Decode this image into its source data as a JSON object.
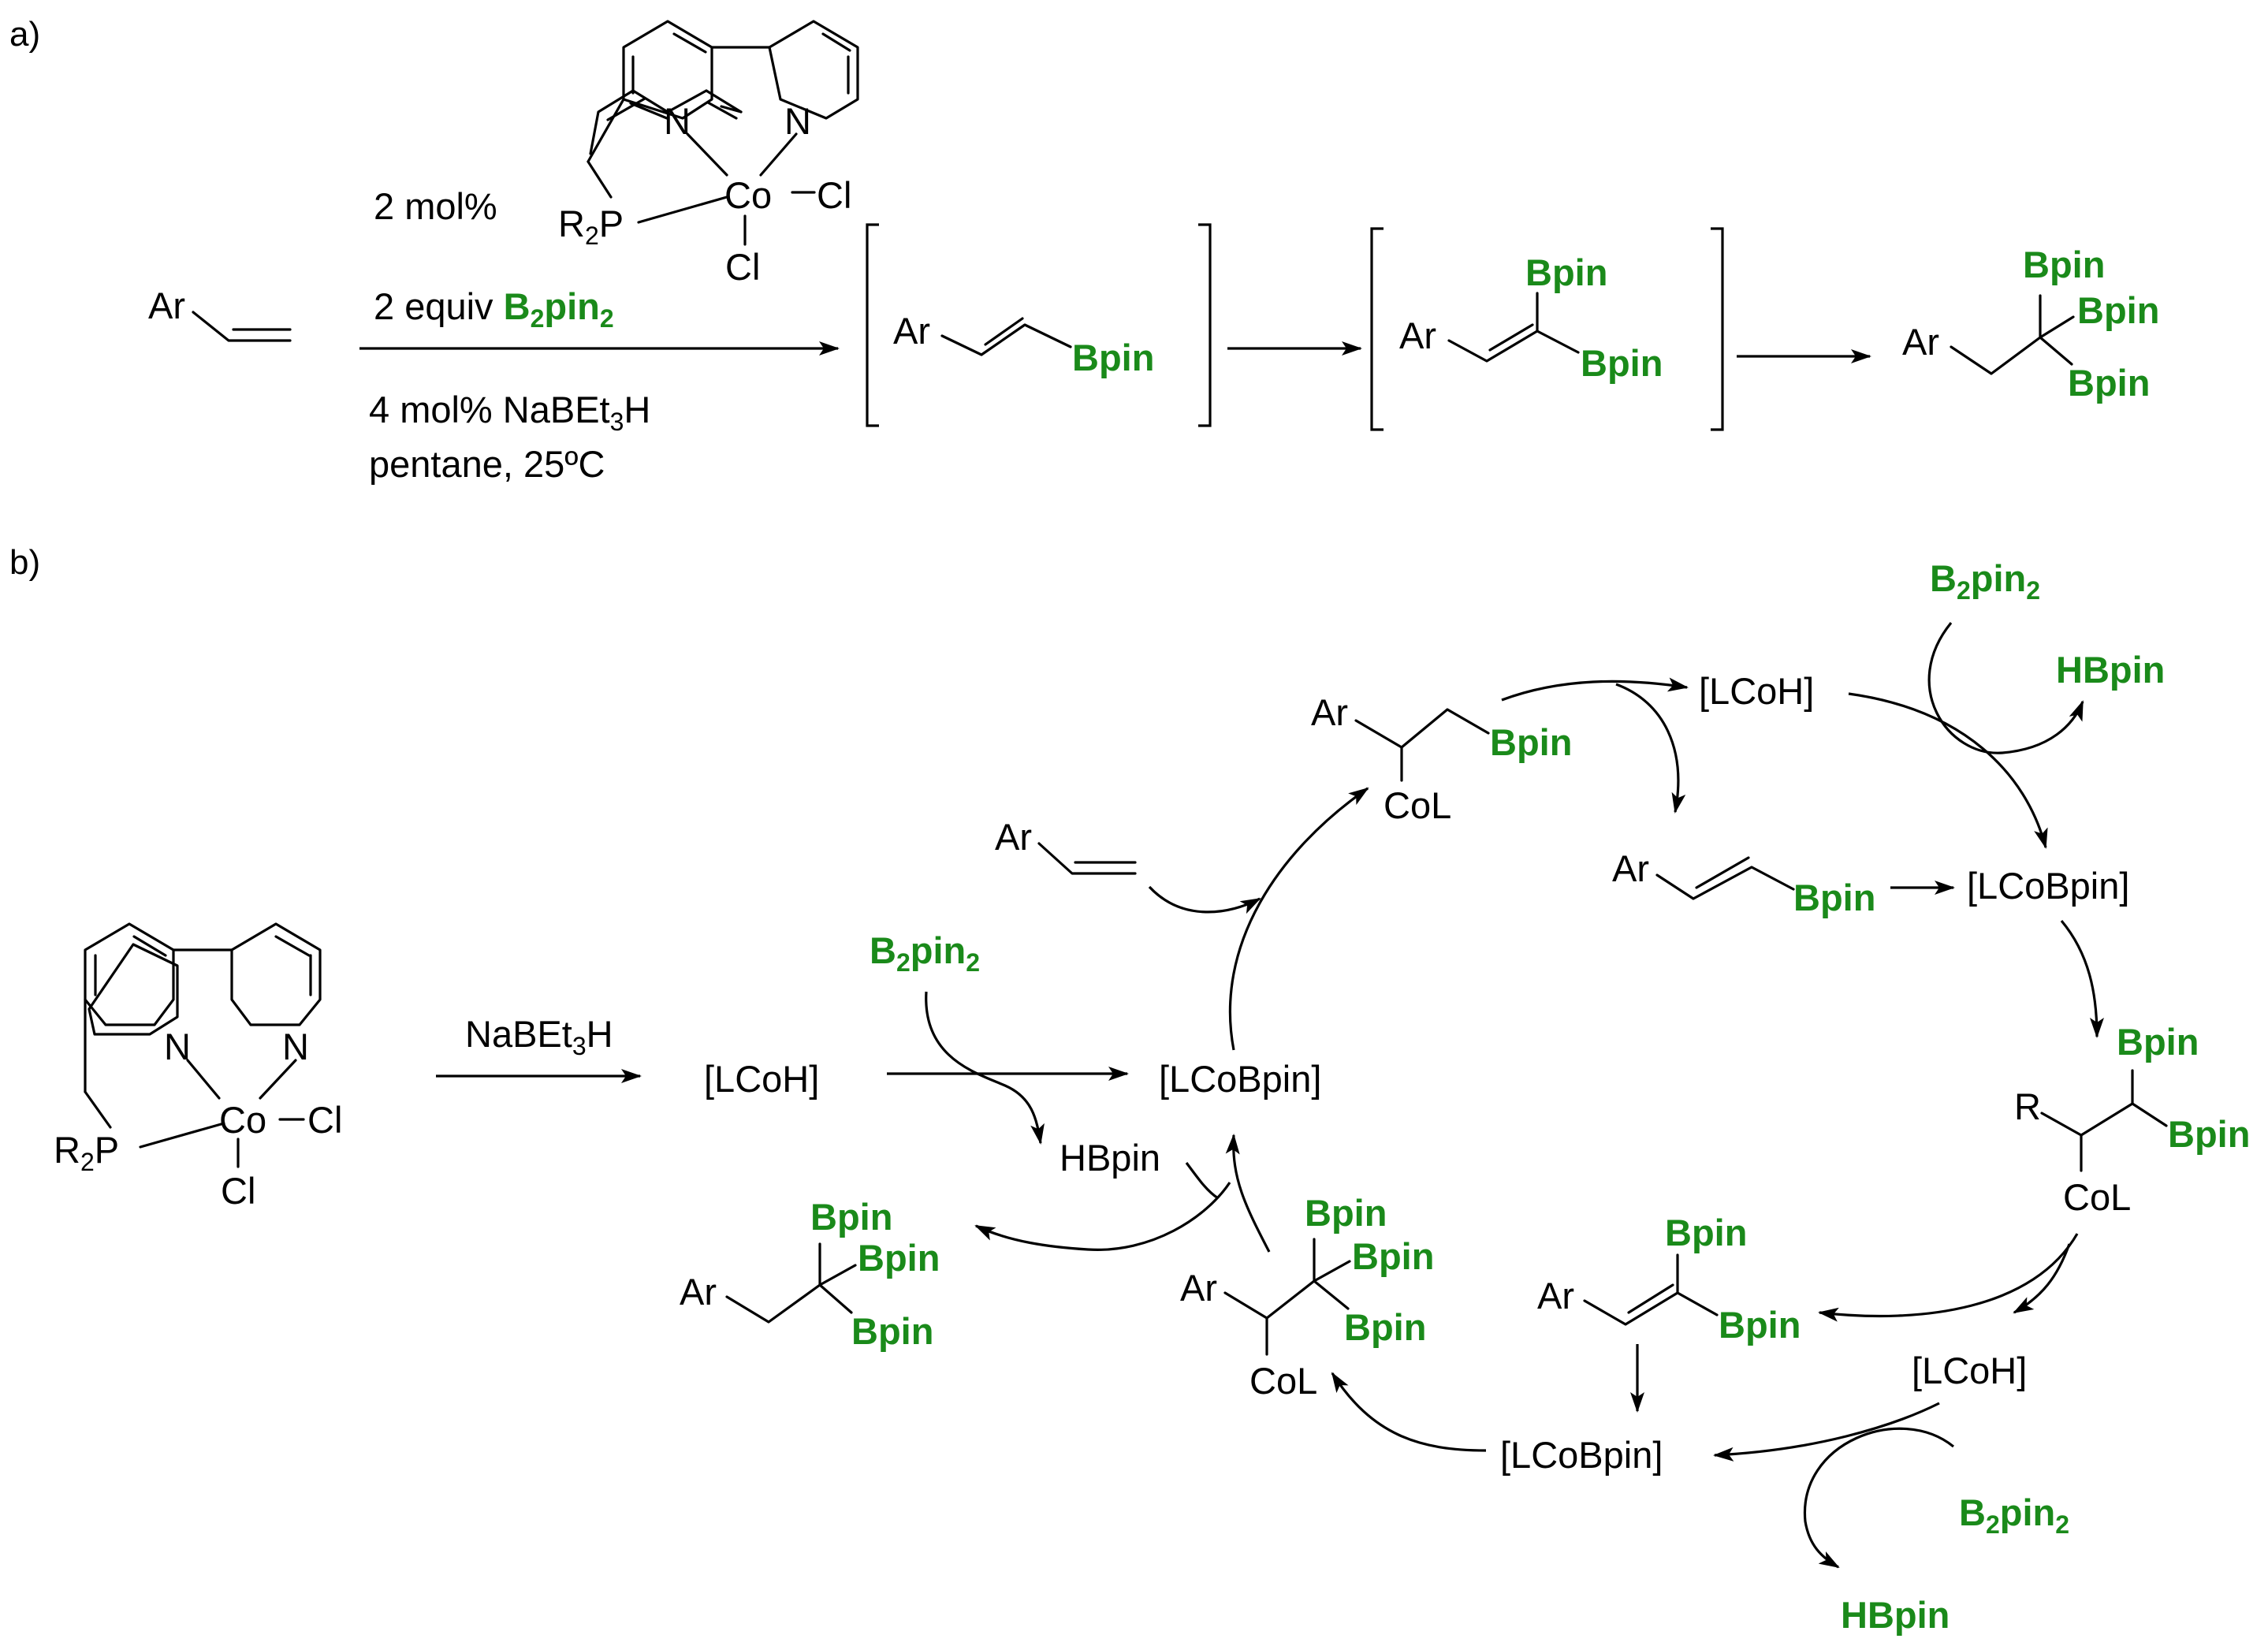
{
  "colors": {
    "boron_highlight": "#1a8a1a",
    "text": "#000000",
    "background": "#ffffff"
  },
  "panel_a": {
    "label": "a)",
    "conditions": {
      "catalyst_loading": "2 mol%",
      "reagent_prefix": "2 equiv ",
      "reagent": "B2pin2",
      "additive": "4 mol% NaBEt3H",
      "solvent_temp": "pentane, 25ºC"
    },
    "catalyst": {
      "atoms": [
        "N",
        "N",
        "Co",
        "Cl",
        "Cl",
        "R2P"
      ]
    },
    "substrate": {
      "group": "Ar"
    },
    "intermediate_1": {
      "group": "Ar",
      "boryl": "Bpin"
    },
    "intermediate_2": {
      "group": "Ar",
      "boryl": [
        "Bpin",
        "Bpin"
      ]
    },
    "product": {
      "group": "Ar",
      "boryl": [
        "Bpin",
        "Bpin",
        "Bpin"
      ]
    }
  },
  "panel_b": {
    "label": "b)",
    "precatalyst": {
      "atoms": [
        "N",
        "N",
        "Co",
        "Cl",
        "Cl",
        "R2P"
      ]
    },
    "activator": "NaBEt3H",
    "species": {
      "lcoh": "[LCoH]",
      "lcobpin_prefix": "[LCo",
      "lcobpin_boryl": "Bpin",
      "lcobpin_suffix": "]",
      "b2pin2": "B2pin2",
      "hbpin": "HBpin",
      "col": "CoL",
      "ar": "Ar",
      "r": "R",
      "bpin": "Bpin",
      "h": "H"
    }
  }
}
